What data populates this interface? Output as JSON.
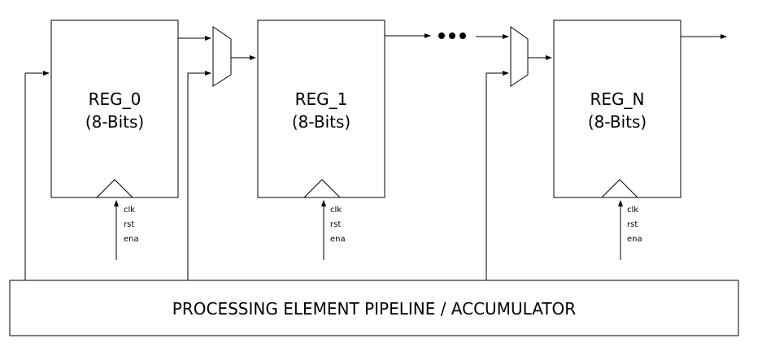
{
  "registers": [
    {
      "name": "REG_0",
      "width": "(8-Bits)",
      "signals": [
        "clk",
        "rst",
        "ena"
      ]
    },
    {
      "name": "REG_1",
      "width": "(8-Bits)",
      "signals": [
        "clk",
        "rst",
        "ena"
      ]
    },
    {
      "name": "REG_N",
      "width": "(8-Bits)",
      "signals": [
        "clk",
        "rst",
        "ena"
      ]
    }
  ],
  "processing_element": {
    "label": "PROCESSING ELEMENT PIPELINE / ACCUMULATOR"
  },
  "colors": {
    "stroke": "#000000",
    "background": "#ffffff"
  }
}
